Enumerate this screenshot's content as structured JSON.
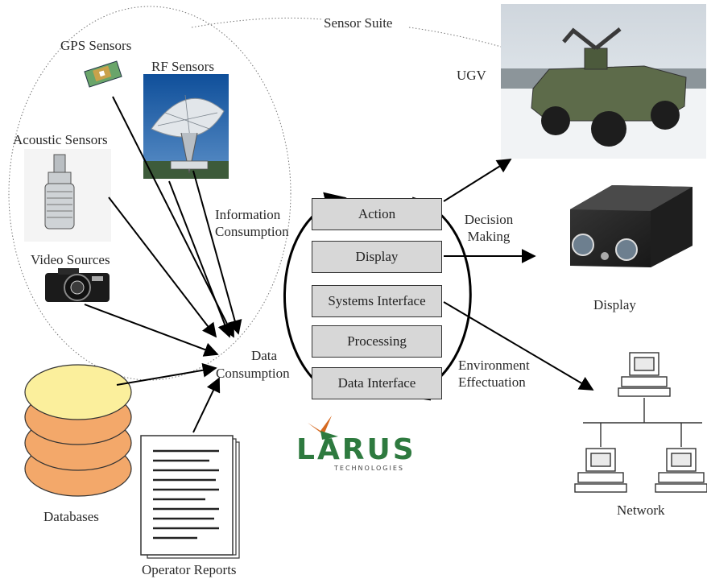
{
  "labels": {
    "gps": "GPS Sensors",
    "rf": "RF Sensors",
    "acoustic": "Acoustic Sensors",
    "video": "Video Sources",
    "sensor_suite": "Sensor Suite",
    "ugv": "UGV",
    "information": "Information",
    "consumption": "Consumption",
    "data": "Data",
    "decision": "Decision",
    "making": "Making",
    "display": "Display",
    "environment": "Environment",
    "effectuation": "Effectuation",
    "databases": "Databases",
    "operator_reports": "Operator Reports",
    "network": "Network"
  },
  "boxes": [
    "Action",
    "Display",
    "Systems Interface",
    "Processing",
    "Data Interface"
  ],
  "logo": {
    "name": "LARUS",
    "subtitle": "TECHNOLOGIES"
  },
  "colors": {
    "box_fill": "#d7d7d7",
    "logo_green": "#2e7a3f",
    "logo_orange": "#d66a21",
    "database_top": "#fbef9c",
    "database_body": "#f3a86a"
  }
}
